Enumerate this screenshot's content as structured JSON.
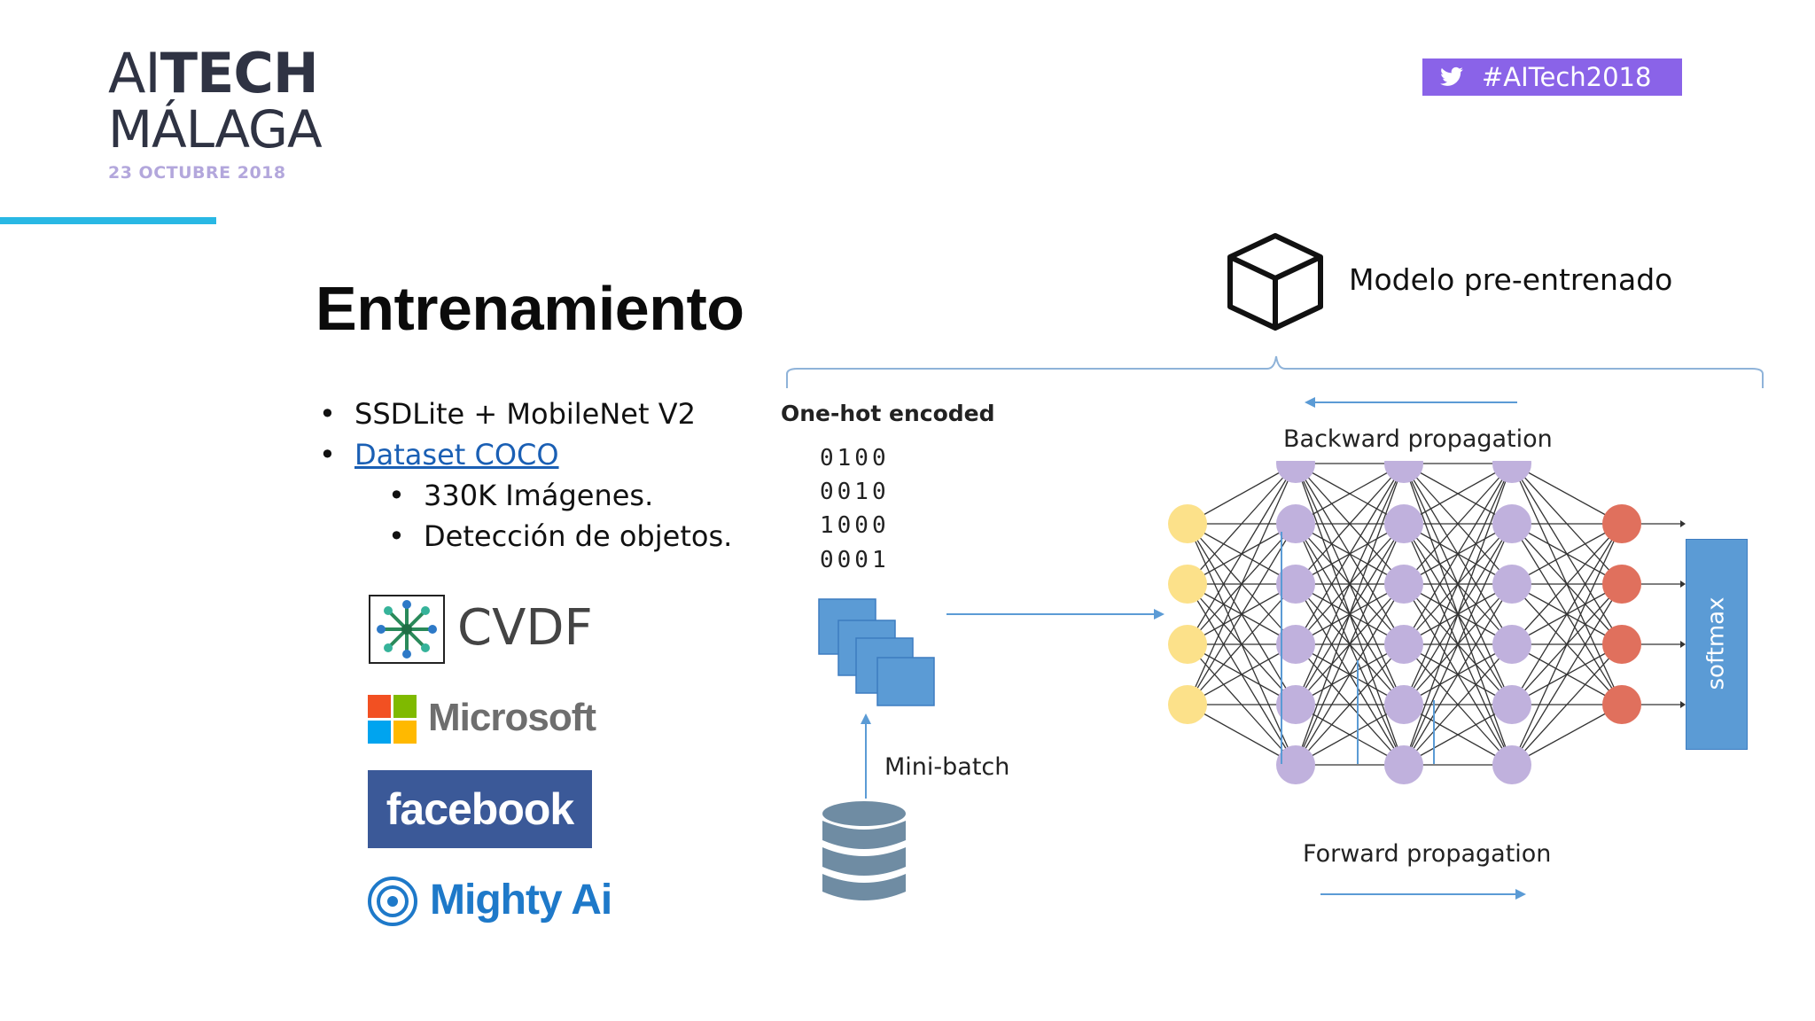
{
  "brand": {
    "line1_thin": "AI",
    "line1_bold": "TECH",
    "line2": "MÁLAGA",
    "date": "23 OCTUBRE 2018",
    "accent_color": "#29b8e4"
  },
  "hashtag": {
    "text": "#AITech2018",
    "icon": "twitter-bird-icon",
    "color": "#8a63e8"
  },
  "slide": {
    "title": "Entrenamiento",
    "bullets": [
      {
        "text": "SSDLite + MobileNet V2",
        "level": 1,
        "link": false
      },
      {
        "text": "Dataset COCO",
        "level": 1,
        "link": true
      },
      {
        "text": "330K Imágenes.",
        "level": 2,
        "link": false
      },
      {
        "text": "Detección de objetos.",
        "level": 2,
        "link": false
      }
    ],
    "bullet_glyph": "•"
  },
  "logos": {
    "cvdf": "CVDF",
    "microsoft": "Microsoft",
    "facebook": "facebook",
    "mighty_ai": "Mighty Ai"
  },
  "diagram": {
    "model_label": "Modelo pre-entrenado",
    "model_icon": "cube-icon",
    "onehot_title": "One-hot encoded",
    "onehot_rows": [
      "0100",
      "0010",
      "1000",
      "0001"
    ],
    "minibatch_label": "Mini-batch",
    "database_icon": "database-icon",
    "backward_label": "Backward propagation",
    "forward_label": "Forward propagation",
    "softmax_label": "softmax",
    "network": {
      "layers": [
        4,
        6,
        6,
        6,
        4
      ],
      "colors": {
        "input": "#fce18a",
        "hidden": "#c0b1dd",
        "output": "#e0705d",
        "softmax": "#5b9bd5",
        "arrow": "#5b9bd5"
      }
    }
  }
}
